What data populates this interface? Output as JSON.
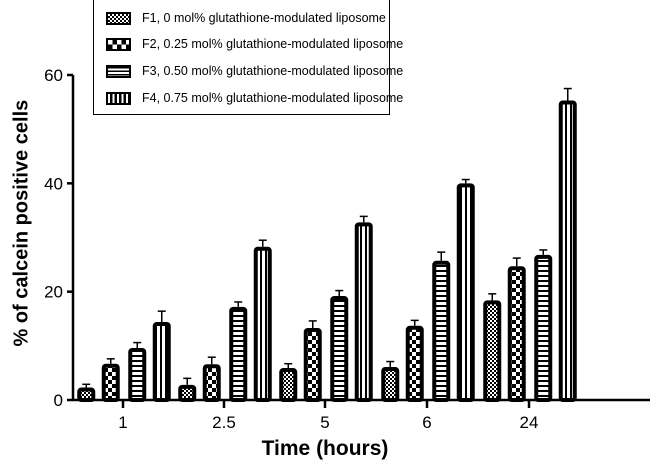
{
  "chart_data": {
    "type": "bar",
    "title": "",
    "xlabel": "Time (hours)",
    "ylabel": "% of calcein positive cells",
    "ylim": [
      0,
      60
    ],
    "yticks": [
      0,
      20,
      40,
      60
    ],
    "categories": [
      "1",
      "2.5",
      "5",
      "6",
      "24"
    ],
    "legend_position": "top-inside",
    "grid": false,
    "error_bars": true,
    "series": [
      {
        "name": "F1, 0 mol% glutathione-modulated liposome",
        "pattern": "checker-fine",
        "values": [
          2.3,
          2.8,
          5.9,
          6.1,
          18.4
        ],
        "errors": [
          0.6,
          1.2,
          0.8,
          1.0,
          1.2
        ]
      },
      {
        "name": "F2, 0.25 mol% glutathione-modulated liposome",
        "pattern": "checker-coarse",
        "values": [
          6.7,
          6.6,
          13.3,
          13.7,
          24.7
        ],
        "errors": [
          0.9,
          1.3,
          1.3,
          1.0,
          1.5
        ]
      },
      {
        "name": "F3, 0.50 mol% glutathione-modulated liposome",
        "pattern": "horizontal-lines",
        "values": [
          9.6,
          17.2,
          19.2,
          25.7,
          26.8
        ],
        "errors": [
          1.0,
          0.9,
          1.0,
          1.6,
          0.9
        ]
      },
      {
        "name": "F4, 0.75 mol% glutathione-modulated liposome",
        "pattern": "vertical-lines",
        "values": [
          14.4,
          28.3,
          32.8,
          40.0,
          55.3
        ],
        "errors": [
          2.0,
          1.2,
          1.1,
          0.7,
          2.2
        ]
      }
    ]
  },
  "legend": {
    "items": [
      {
        "label": "F1, 0 mol% glutathione-modulated liposome"
      },
      {
        "label": "F2, 0.25 mol% glutathione-modulated liposome"
      },
      {
        "label": "F3, 0.50 mol% glutathione-modulated liposome"
      },
      {
        "label": "F4, 0.75 mol% glutathione-modulated liposome"
      }
    ]
  },
  "axes": {
    "xlabel": "Time (hours)",
    "ylabel": "% of calcein positive cells"
  }
}
